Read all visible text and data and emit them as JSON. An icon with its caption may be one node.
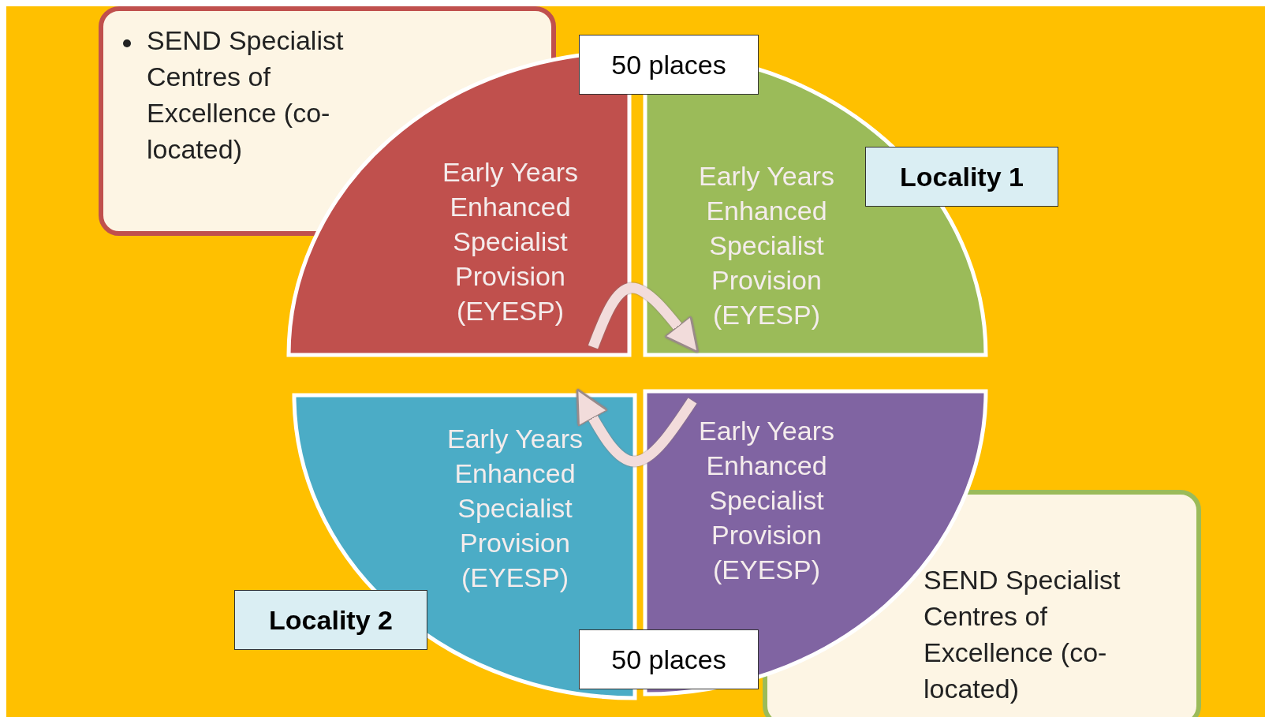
{
  "diagram": {
    "nodes": [
      {
        "text": [
          "SEND Specialist Centres of Excellence (co-located)"
        ]
      },
      {
        "text": [
          "50 places"
        ]
      },
      {
        "text": [
          "Early Years Enhanced Specialist Provision (EYESP)"
        ]
      },
      {
        "text": [
          "Early Years Enhanced Specialist Provision (EYESP)"
        ]
      },
      {
        "text": [
          "Locality 1"
        ]
      },
      {
        "text": [
          "Early Years Enhanced Specialist Provision (EYESP)"
        ]
      },
      {
        "text": [
          "Early Years Enhanced Specialist Provision (EYESP)"
        ]
      },
      {
        "text": [
          "Locality 2"
        ]
      },
      {
        "text": [
          "50 places"
        ]
      },
      {
        "text": [
          "SEND Specialist Centres of Excellence (co-located)"
        ]
      }
    ],
    "edges": [
      {
        "from": 2,
        "to": 3,
        "arrow": "to"
      },
      {
        "from": 6,
        "to": 5,
        "arrow": "to"
      }
    ]
  }
}
